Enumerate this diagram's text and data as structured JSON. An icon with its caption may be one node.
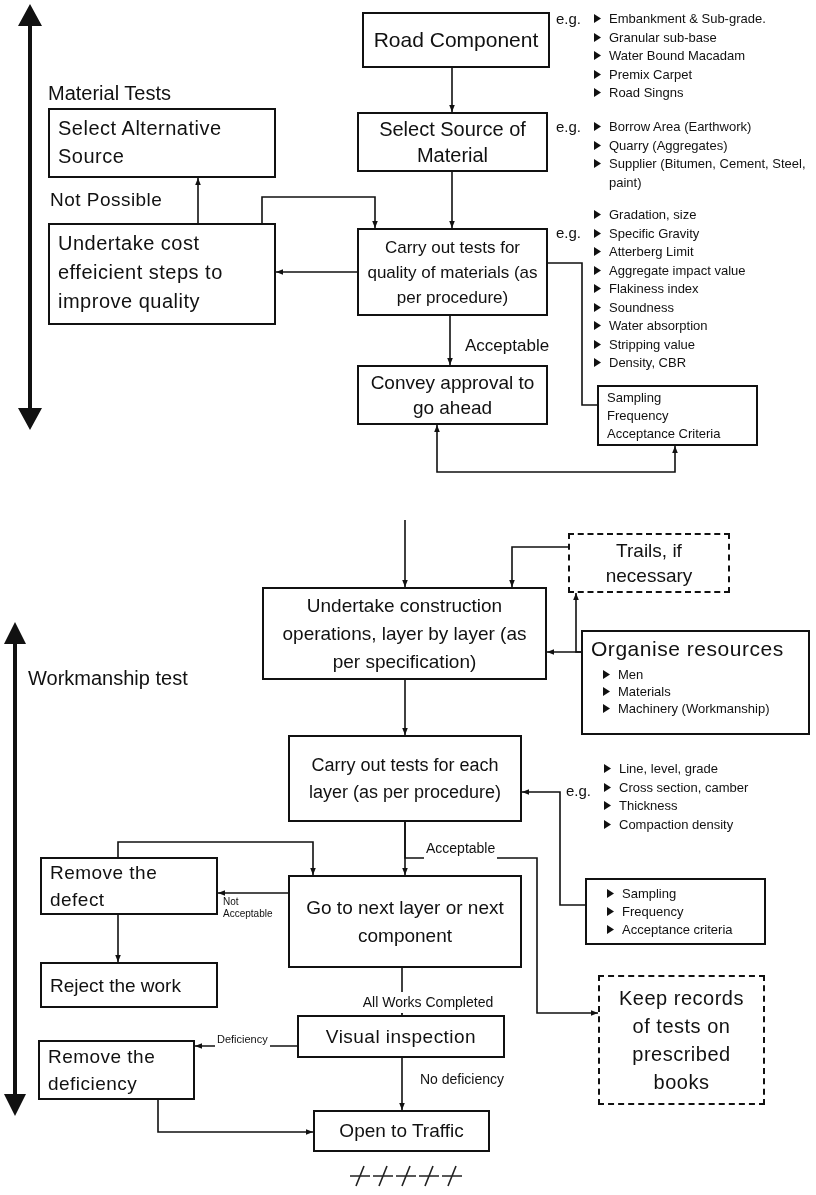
{
  "diagram": {
    "nodes": [
      {
        "text": [
          "Road Component"
        ],
        "beside": [
          "e.g.",
          "Embankment & Sub-grade.",
          "Granular sub-base",
          "Water Bound Macadam",
          "Premix Carpet",
          "Road Singns"
        ]
      },
      {
        "text": [
          "Select Source of Material"
        ],
        "beside": [
          "e.g.",
          "Borrow Area (Earthwork)",
          "Quarry (Aggregates)",
          "Supplier (Bitumen, Cement, Steel, paint)"
        ]
      },
      {
        "text": [
          "Carry out tests for quality of materials (as per procedure)"
        ],
        "beside": [
          "e.g.",
          "Gradation, size",
          "Specific Gravity",
          "Atterberg Limit",
          "Aggregate impact value",
          "Flakiness index",
          "Soundness",
          "Water absorption",
          "Stripping value",
          "Density, CBR"
        ]
      },
      {
        "text": [
          "Convey approval to go ahead"
        ]
      },
      {
        "text": [
          "Select Alternative Source"
        ]
      },
      {
        "text": [
          "Undertake cost effeicient steps to improve quality"
        ]
      },
      {
        "text": [
          "Sampling",
          "Frequency",
          "Acceptance Criteria"
        ]
      },
      {
        "text": [
          "Trails, if necessary"
        ]
      },
      {
        "text": [
          "Undertake construction operations, layer by layer (as per specification)"
        ]
      },
      {
        "text": [
          "Organise resources",
          "Men",
          "Materials",
          "Machinery (Workmanship)"
        ]
      },
      {
        "text": [
          "Carry out tests for each layer (as per procedure)"
        ],
        "beside": [
          "e.g.",
          "Line, level, grade",
          "Cross section, camber",
          "Thickness",
          "Compaction density"
        ]
      },
      {
        "text": [
          "Sampling",
          "Frequency",
          "Acceptance criteria"
        ]
      },
      {
        "text": [
          "Go to next layer or next component"
        ]
      },
      {
        "text": [
          "Remove the defect"
        ]
      },
      {
        "text": [
          "Reject the work"
        ]
      },
      {
        "text": [
          "Visual inspection"
        ]
      },
      {
        "text": [
          "Remove the deficiency"
        ]
      },
      {
        "text": [
          "Open to Traffic"
        ]
      },
      {
        "text": [
          "Keep records of tests on prescribed books"
        ]
      }
    ],
    "edges": [
      {
        "from": 0,
        "to": 1,
        "arrow": "to"
      },
      {
        "from": 1,
        "to": 2,
        "arrow": "to"
      },
      {
        "from": 2,
        "to": 3,
        "arrow": "to",
        "label": "Acceptable"
      },
      {
        "from": 2,
        "to": 5,
        "arrow": "to"
      },
      {
        "from": 5,
        "to": 4,
        "arrow": "to",
        "label": "Not Possible"
      },
      {
        "from": 5,
        "to": 2,
        "arrow": "to"
      },
      {
        "from": 2,
        "to": 6,
        "arrow": "none"
      },
      {
        "from": 6,
        "to": 3,
        "arrow": "both"
      },
      {
        "from": null,
        "to": 8,
        "arrow": "to"
      },
      {
        "from": 7,
        "to": 8,
        "arrow": "to"
      },
      {
        "from": 9,
        "to": 8,
        "arrow": "to"
      },
      {
        "from": 9,
        "to": 7,
        "arrow": "to"
      },
      {
        "from": 8,
        "to": 10,
        "arrow": "to"
      },
      {
        "from": 10,
        "to": 12,
        "arrow": "to",
        "label": "Acceptable"
      },
      {
        "from": 10,
        "to": 18,
        "arrow": "to"
      },
      {
        "from": 11,
        "to": 10,
        "arrow": "to"
      },
      {
        "from": 12,
        "to": 13,
        "arrow": "to",
        "label": "Not Acceptable"
      },
      {
        "from": 13,
        "to": 12,
        "arrow": "to"
      },
      {
        "from": 13,
        "to": 14,
        "arrow": "to"
      },
      {
        "from": 12,
        "to": 15,
        "arrow": "to",
        "label": "All Works Completed"
      },
      {
        "from": 15,
        "to": 16,
        "arrow": "to",
        "label": "Deficiency"
      },
      {
        "from": 15,
        "to": 17,
        "arrow": "to",
        "label": "No deficiency"
      },
      {
        "from": 16,
        "to": 17,
        "arrow": "to"
      }
    ],
    "labels": [
      "Material Tests",
      "Workmanship test"
    ]
  }
}
